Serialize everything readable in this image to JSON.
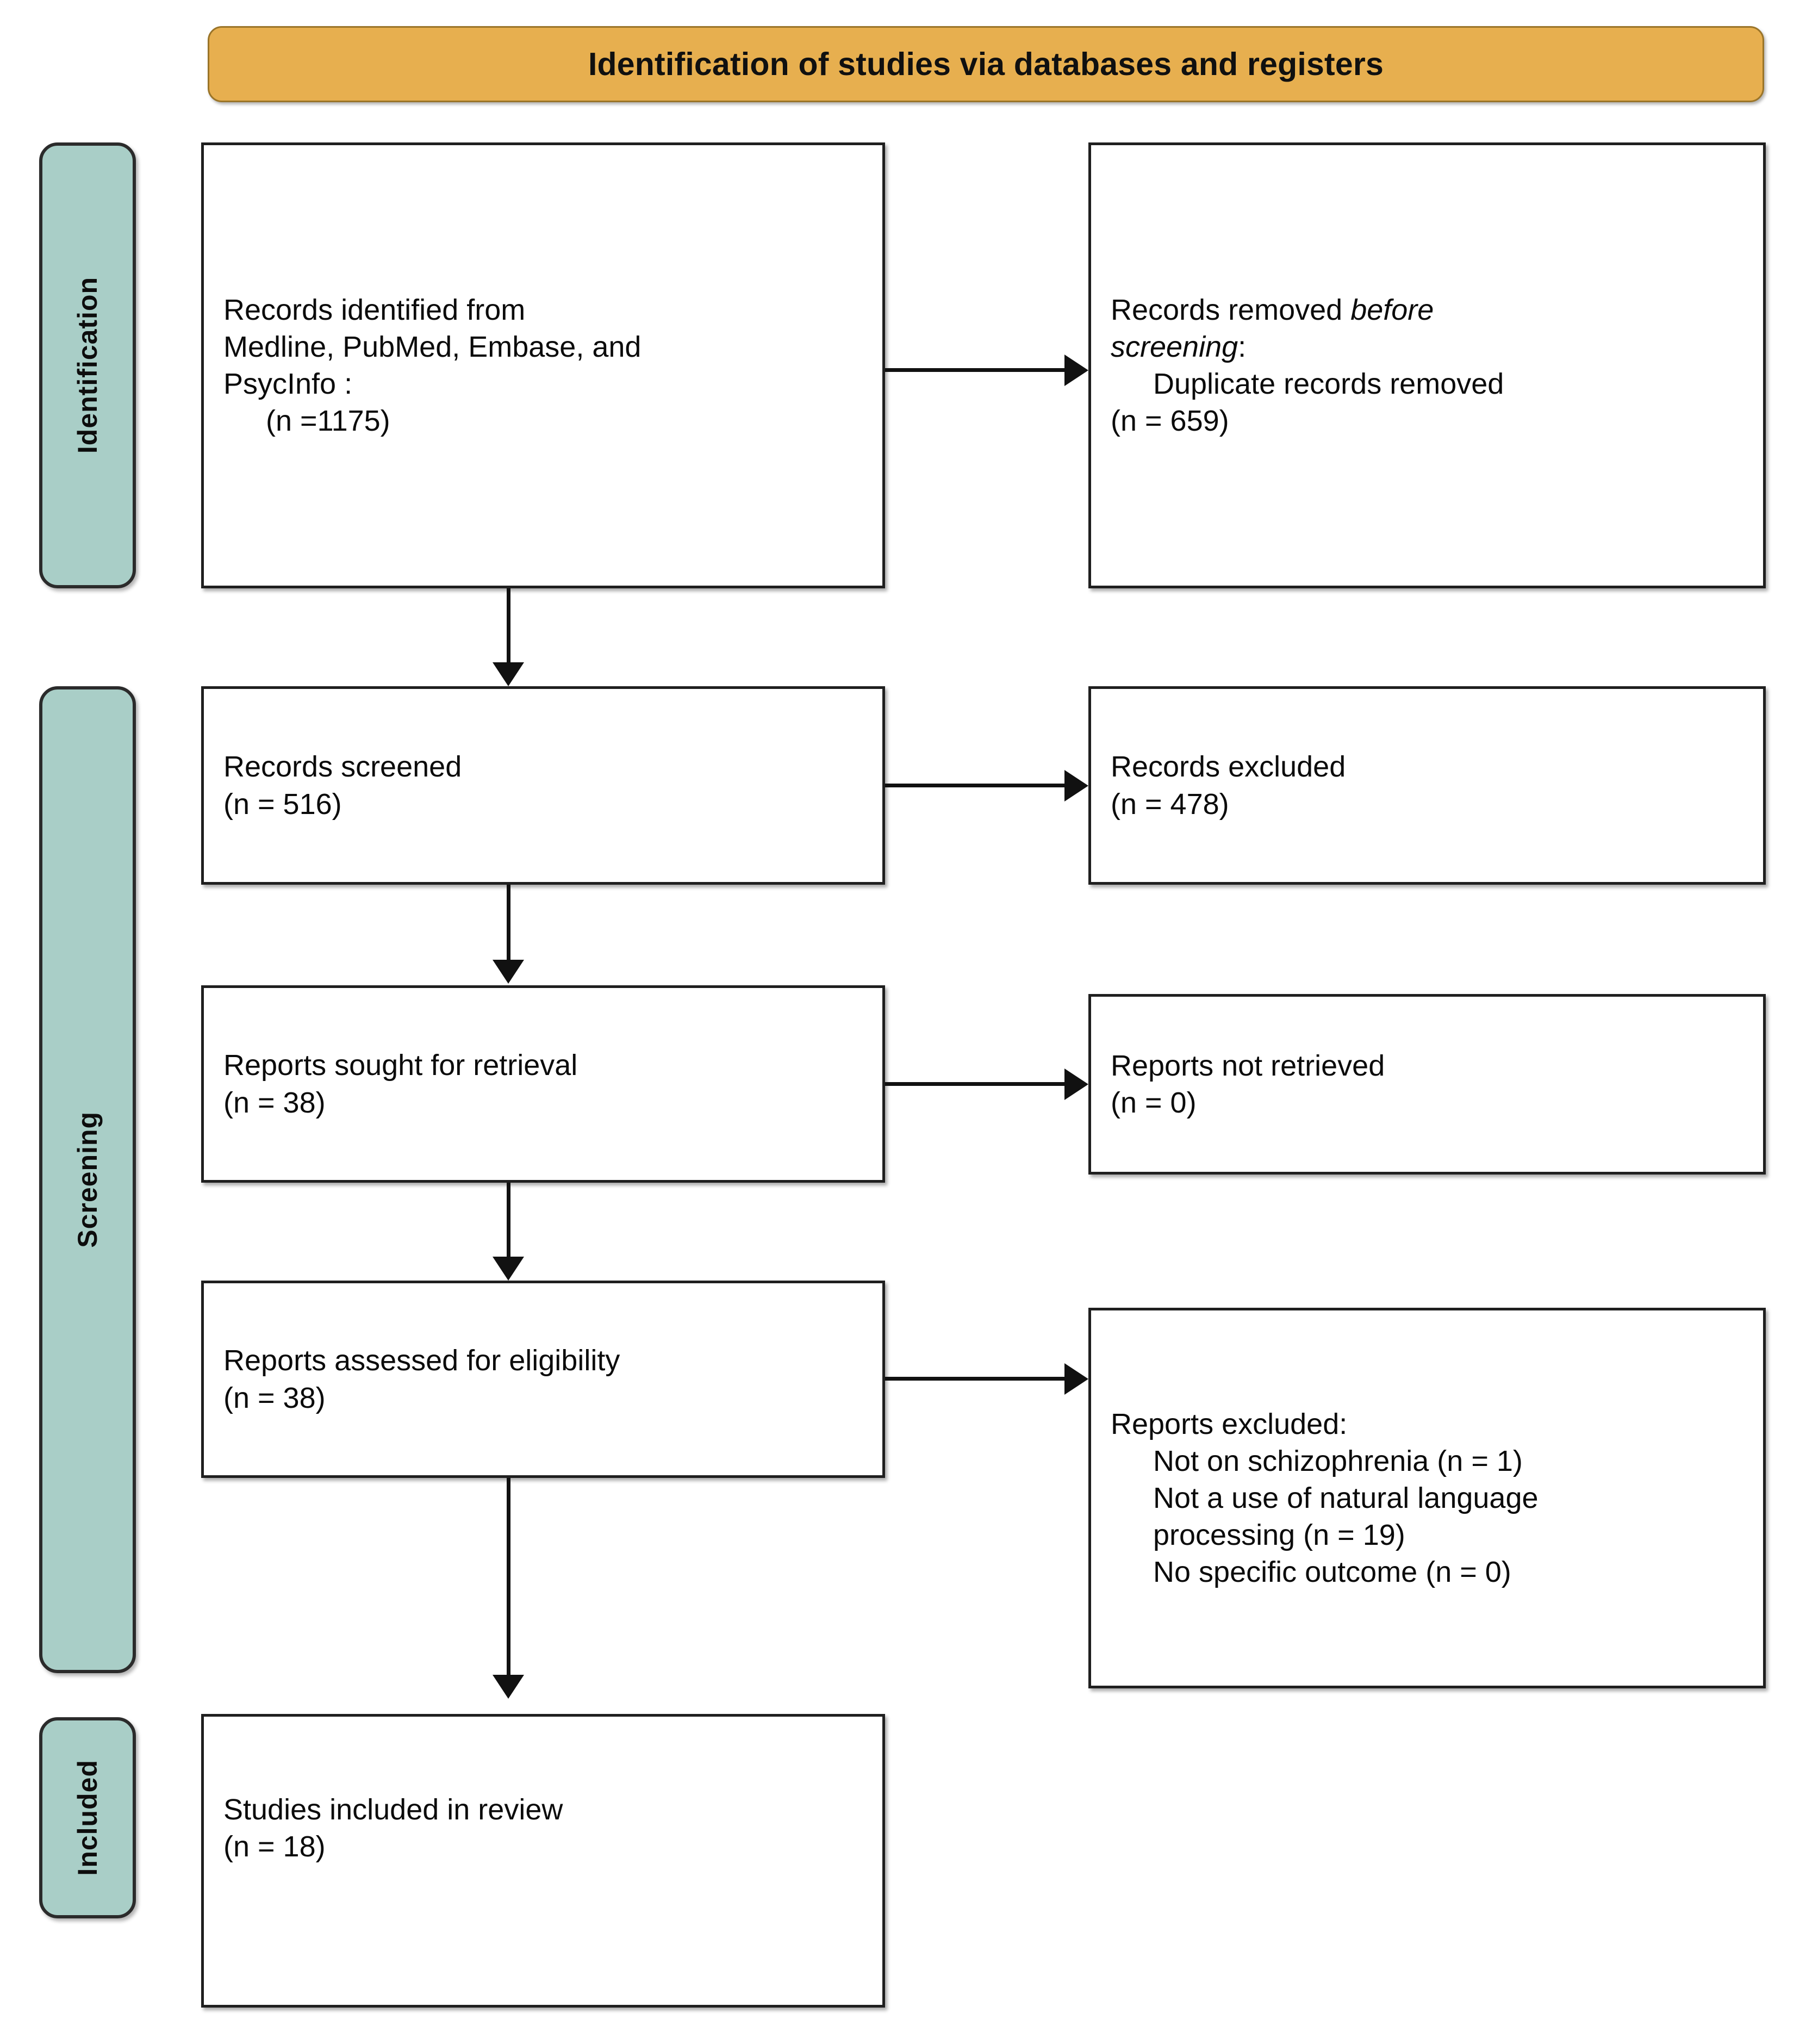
{
  "banner": {
    "title": "Identification of studies via databases and registers",
    "bg_color": "#E7AF4F"
  },
  "phases": [
    {
      "label": "Identification"
    },
    {
      "label": "Screening"
    },
    {
      "label": "Included"
    }
  ],
  "phase_color": "#A9CEC7",
  "nodes": {
    "records_identified": {
      "line1": "Records identified from",
      "line2": "Medline, PubMed, Embase, and",
      "line3": "PsycInfo :",
      "count": "(n =1175)"
    },
    "records_removed": {
      "line1_plain": "Records removed ",
      "line1_italic": "before",
      "line2_italic": "screening",
      "line2_plain": ":",
      "detail": "Duplicate records removed",
      "count": "(n = 659)"
    },
    "records_screened": {
      "line1": "Records screened",
      "count": "(n = 516)"
    },
    "records_excluded": {
      "line1": "Records excluded",
      "count": "(n = 478)"
    },
    "reports_sought": {
      "line1": "Reports sought for retrieval",
      "count": "(n = 38)"
    },
    "reports_not_retrieved": {
      "line1": "Reports not retrieved",
      "count": "(n = 0)"
    },
    "reports_assessed": {
      "line1": "Reports assessed for eligibility",
      "count": "(n = 38)"
    },
    "reports_excluded": {
      "heading": "Reports excluded:",
      "reason1": "Not on schizophrenia (n = 1)",
      "reason2a": "Not a use of natural language",
      "reason2b": "processing (n = 19)",
      "reason3": "No specific outcome (n = 0)"
    },
    "studies_included": {
      "line1": "Studies included in review",
      "count": "(n = 18)"
    }
  },
  "chart_data": {
    "type": "diagram",
    "title": "Identification of studies via databases and registers",
    "flow": [
      {
        "stage": "Identification",
        "box": "Records identified from Medline, PubMed, Embase, and PsycInfo :",
        "n": 1175
      },
      {
        "stage": "Identification",
        "box": "Records removed before screening: Duplicate records removed",
        "n": 659
      },
      {
        "stage": "Screening",
        "box": "Records screened",
        "n": 516
      },
      {
        "stage": "Screening",
        "box": "Records excluded",
        "n": 478
      },
      {
        "stage": "Screening",
        "box": "Reports sought for retrieval",
        "n": 38
      },
      {
        "stage": "Screening",
        "box": "Reports not retrieved",
        "n": 0
      },
      {
        "stage": "Screening",
        "box": "Reports assessed for eligibility",
        "n": 38
      },
      {
        "stage": "Screening",
        "box": "Reports excluded: Not on schizophrenia",
        "n": 1
      },
      {
        "stage": "Screening",
        "box": "Reports excluded: Not a use of natural language processing",
        "n": 19
      },
      {
        "stage": "Screening",
        "box": "Reports excluded: No specific outcome",
        "n": 0
      },
      {
        "stage": "Included",
        "box": "Studies included in review",
        "n": 18
      }
    ]
  }
}
